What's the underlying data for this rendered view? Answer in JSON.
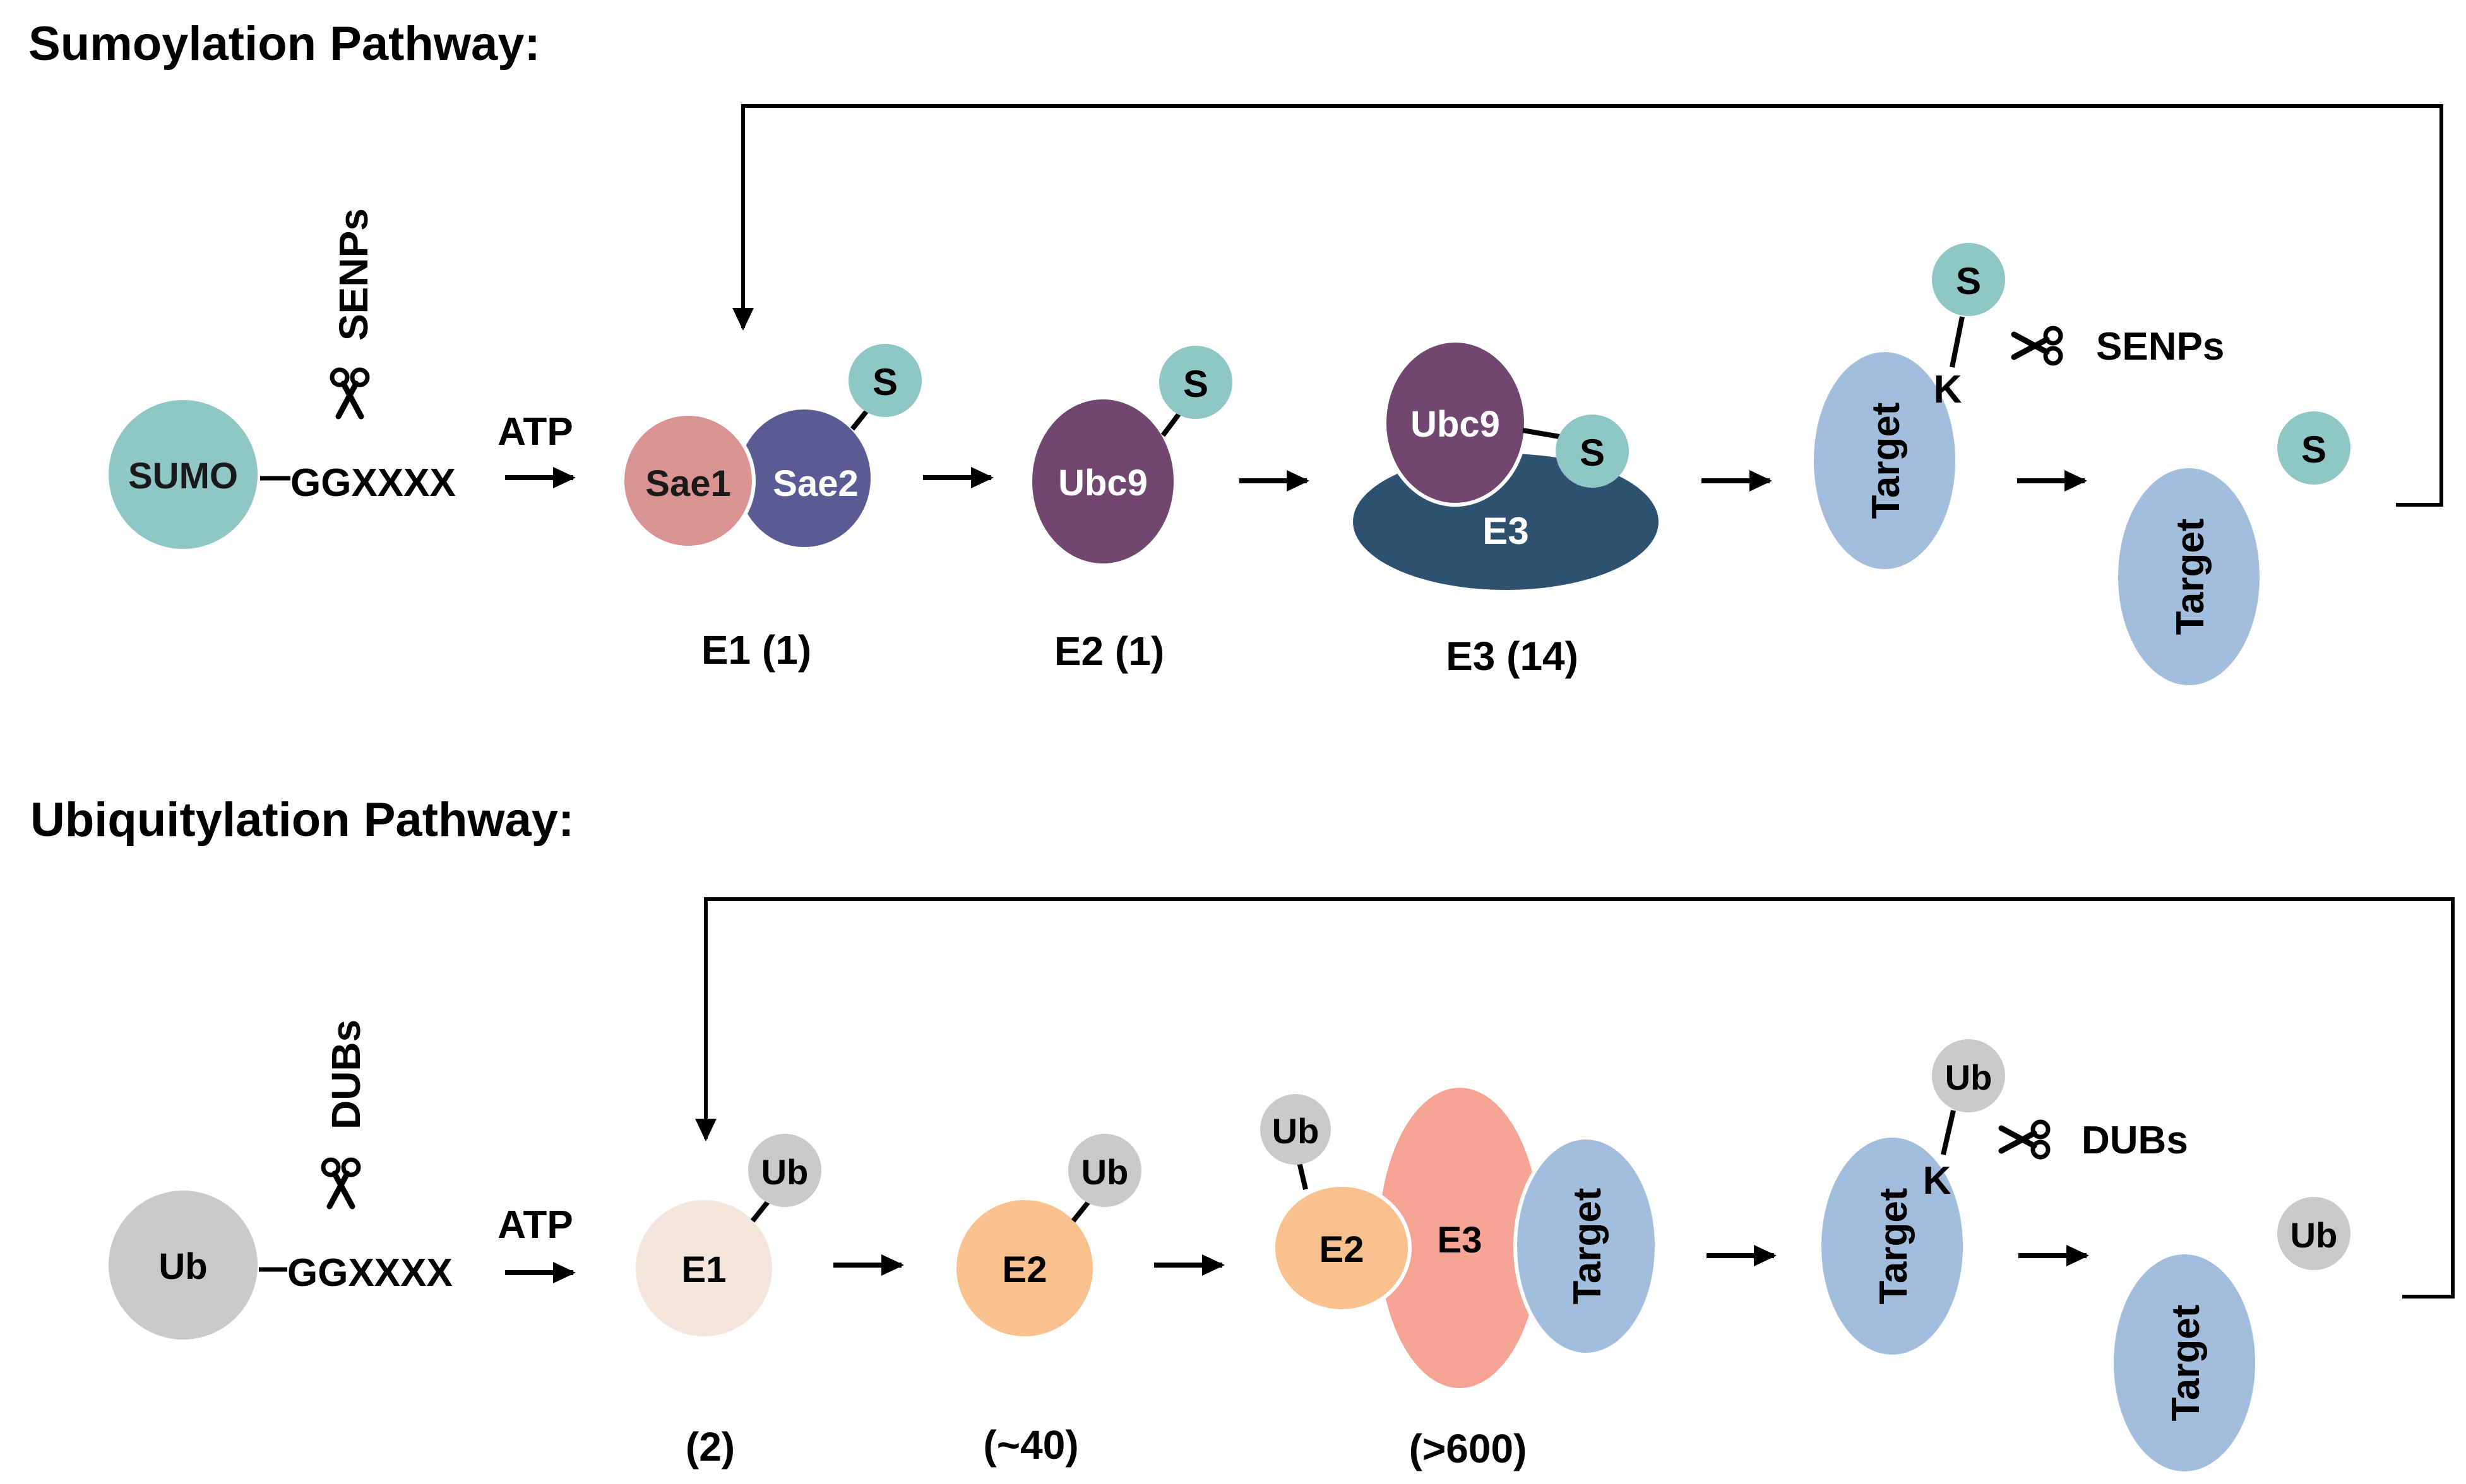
{
  "sumo": {
    "title": "Sumoylation Pathway:",
    "sumo_label": "SUMO",
    "motif": "GGXXXX",
    "protease": "SENPs",
    "atp": "ATP",
    "sae1": "Sae1",
    "sae2": "Sae2",
    "s_tag": "S",
    "ubc9": "Ubc9",
    "e3": "E3",
    "target": "Target",
    "lysine": "K",
    "protease_right": "SENPs",
    "e1_count": "E1 (1)",
    "e2_count": "E2 (1)",
    "e3_count": "E3 (14)"
  },
  "ub": {
    "title": "Ubiquitylation Pathway:",
    "ub_label": "Ub",
    "motif": "GGXXXX",
    "protease": "DUBs",
    "atp": "ATP",
    "e1": "E1",
    "e2": "E2",
    "e3": "E3",
    "ub_tag": "Ub",
    "target": "Target",
    "lysine": "K",
    "protease_right": "DUBs",
    "e1_count": "(2)",
    "e2_count": "(~40)",
    "e3_count": "(>600)"
  },
  "colors": {
    "sumo_teal": "#8fc6c6",
    "sae1_pink": "#d99393",
    "sae2_purple": "#5a5b93",
    "ubc9_purple": "#71466f",
    "e3_navy": "#2f5170",
    "target_blue": "#a3bedd",
    "ub_gray": "#c9c9c9",
    "ub_e1_cream": "#f4e6dc",
    "ub_e2_peach": "#f9c18e",
    "ub_e3_salmon": "#f6a493"
  }
}
